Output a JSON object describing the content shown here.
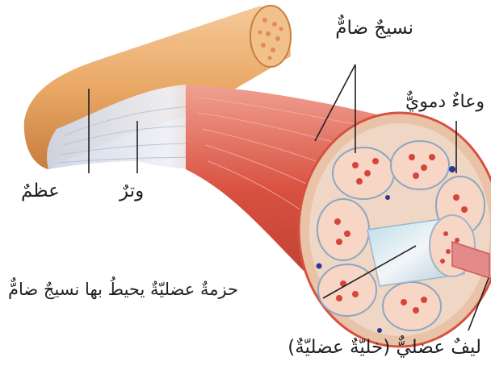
{
  "labels": {
    "connective_tissue": "نسيجٌ ضامٌّ",
    "blood_vessel": "وعاءٌ دمويٌّ",
    "bone": "عظمٌ",
    "tendon": "وترٌ",
    "fascicle": "حزمةٌ عضليّةٌ يحيطُ بها نسيجٌ ضامٌّ",
    "muscle_fiber": "ليفٌ عضليٌّ (خليّةٌ عضليّةٌ)"
  },
  "colors": {
    "bone": "#e9a866",
    "bone_dark": "#c97d3d",
    "marrow": "#f2c08a",
    "tendon": "#d9dde6",
    "muscle": "#d8503f",
    "muscle_light": "#e98a78",
    "fascicle_fill": "#f7d6c6",
    "fiber_dot": "#d6453a",
    "vessel": "#2a3b8f",
    "line": "#231f20"
  }
}
